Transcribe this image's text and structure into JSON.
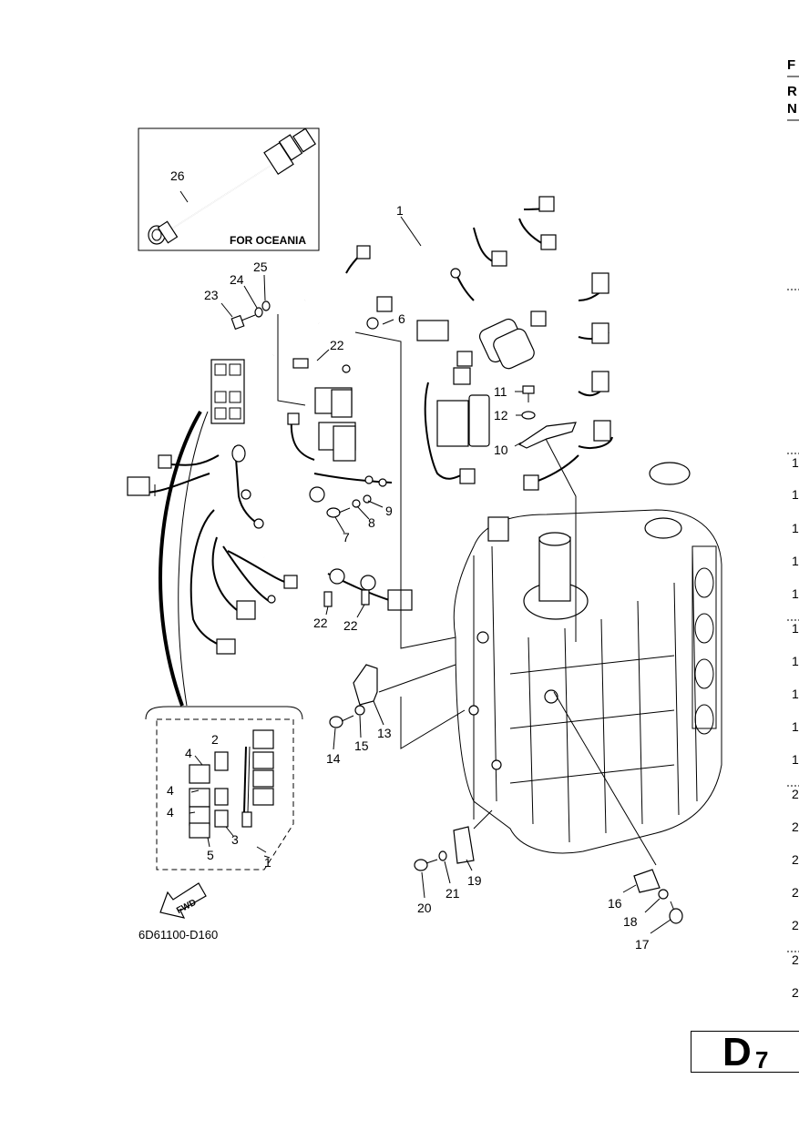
{
  "inset": {
    "caption": "FOR OCEANIA",
    "part_label": "26"
  },
  "drawing_code": "6D61100-D160",
  "fwd_arrow_text": "FWD",
  "page": {
    "letter": "D",
    "number": "7"
  },
  "side_column": {
    "header_initial": "F",
    "sub_initial_1": "R",
    "sub_initial_2": "N",
    "row_digits": [
      "1",
      "1",
      "1",
      "1",
      "1",
      "1",
      "1",
      "1",
      "1",
      "1",
      "2",
      "2",
      "2",
      "2",
      "2",
      "2",
      "2"
    ]
  },
  "callouts": [
    {
      "id": "c1",
      "text": "1"
    },
    {
      "id": "c6",
      "text": "6"
    },
    {
      "id": "c22a",
      "text": "22"
    },
    {
      "id": "c11",
      "text": "11"
    },
    {
      "id": "c12",
      "text": "12"
    },
    {
      "id": "c10",
      "text": "10"
    },
    {
      "id": "c23",
      "text": "23"
    },
    {
      "id": "c24",
      "text": "24"
    },
    {
      "id": "c25",
      "text": "25"
    },
    {
      "id": "c9",
      "text": "9"
    },
    {
      "id": "c8",
      "text": "8"
    },
    {
      "id": "c7",
      "text": "7"
    },
    {
      "id": "c22b",
      "text": "22"
    },
    {
      "id": "c22c",
      "text": "22"
    },
    {
      "id": "c13",
      "text": "13"
    },
    {
      "id": "c14",
      "text": "14"
    },
    {
      "id": "c15",
      "text": "15"
    },
    {
      "id": "c19",
      "text": "19"
    },
    {
      "id": "c20",
      "text": "20"
    },
    {
      "id": "c21",
      "text": "21"
    },
    {
      "id": "c16",
      "text": "16"
    },
    {
      "id": "c18",
      "text": "18"
    },
    {
      "id": "c17",
      "text": "17"
    },
    {
      "id": "d2",
      "text": "2"
    },
    {
      "id": "d4a",
      "text": "4"
    },
    {
      "id": "d4b",
      "text": "4"
    },
    {
      "id": "d4c",
      "text": "4"
    },
    {
      "id": "d3",
      "text": "3"
    },
    {
      "id": "d5",
      "text": "5"
    },
    {
      "id": "d1",
      "text": "1"
    }
  ]
}
